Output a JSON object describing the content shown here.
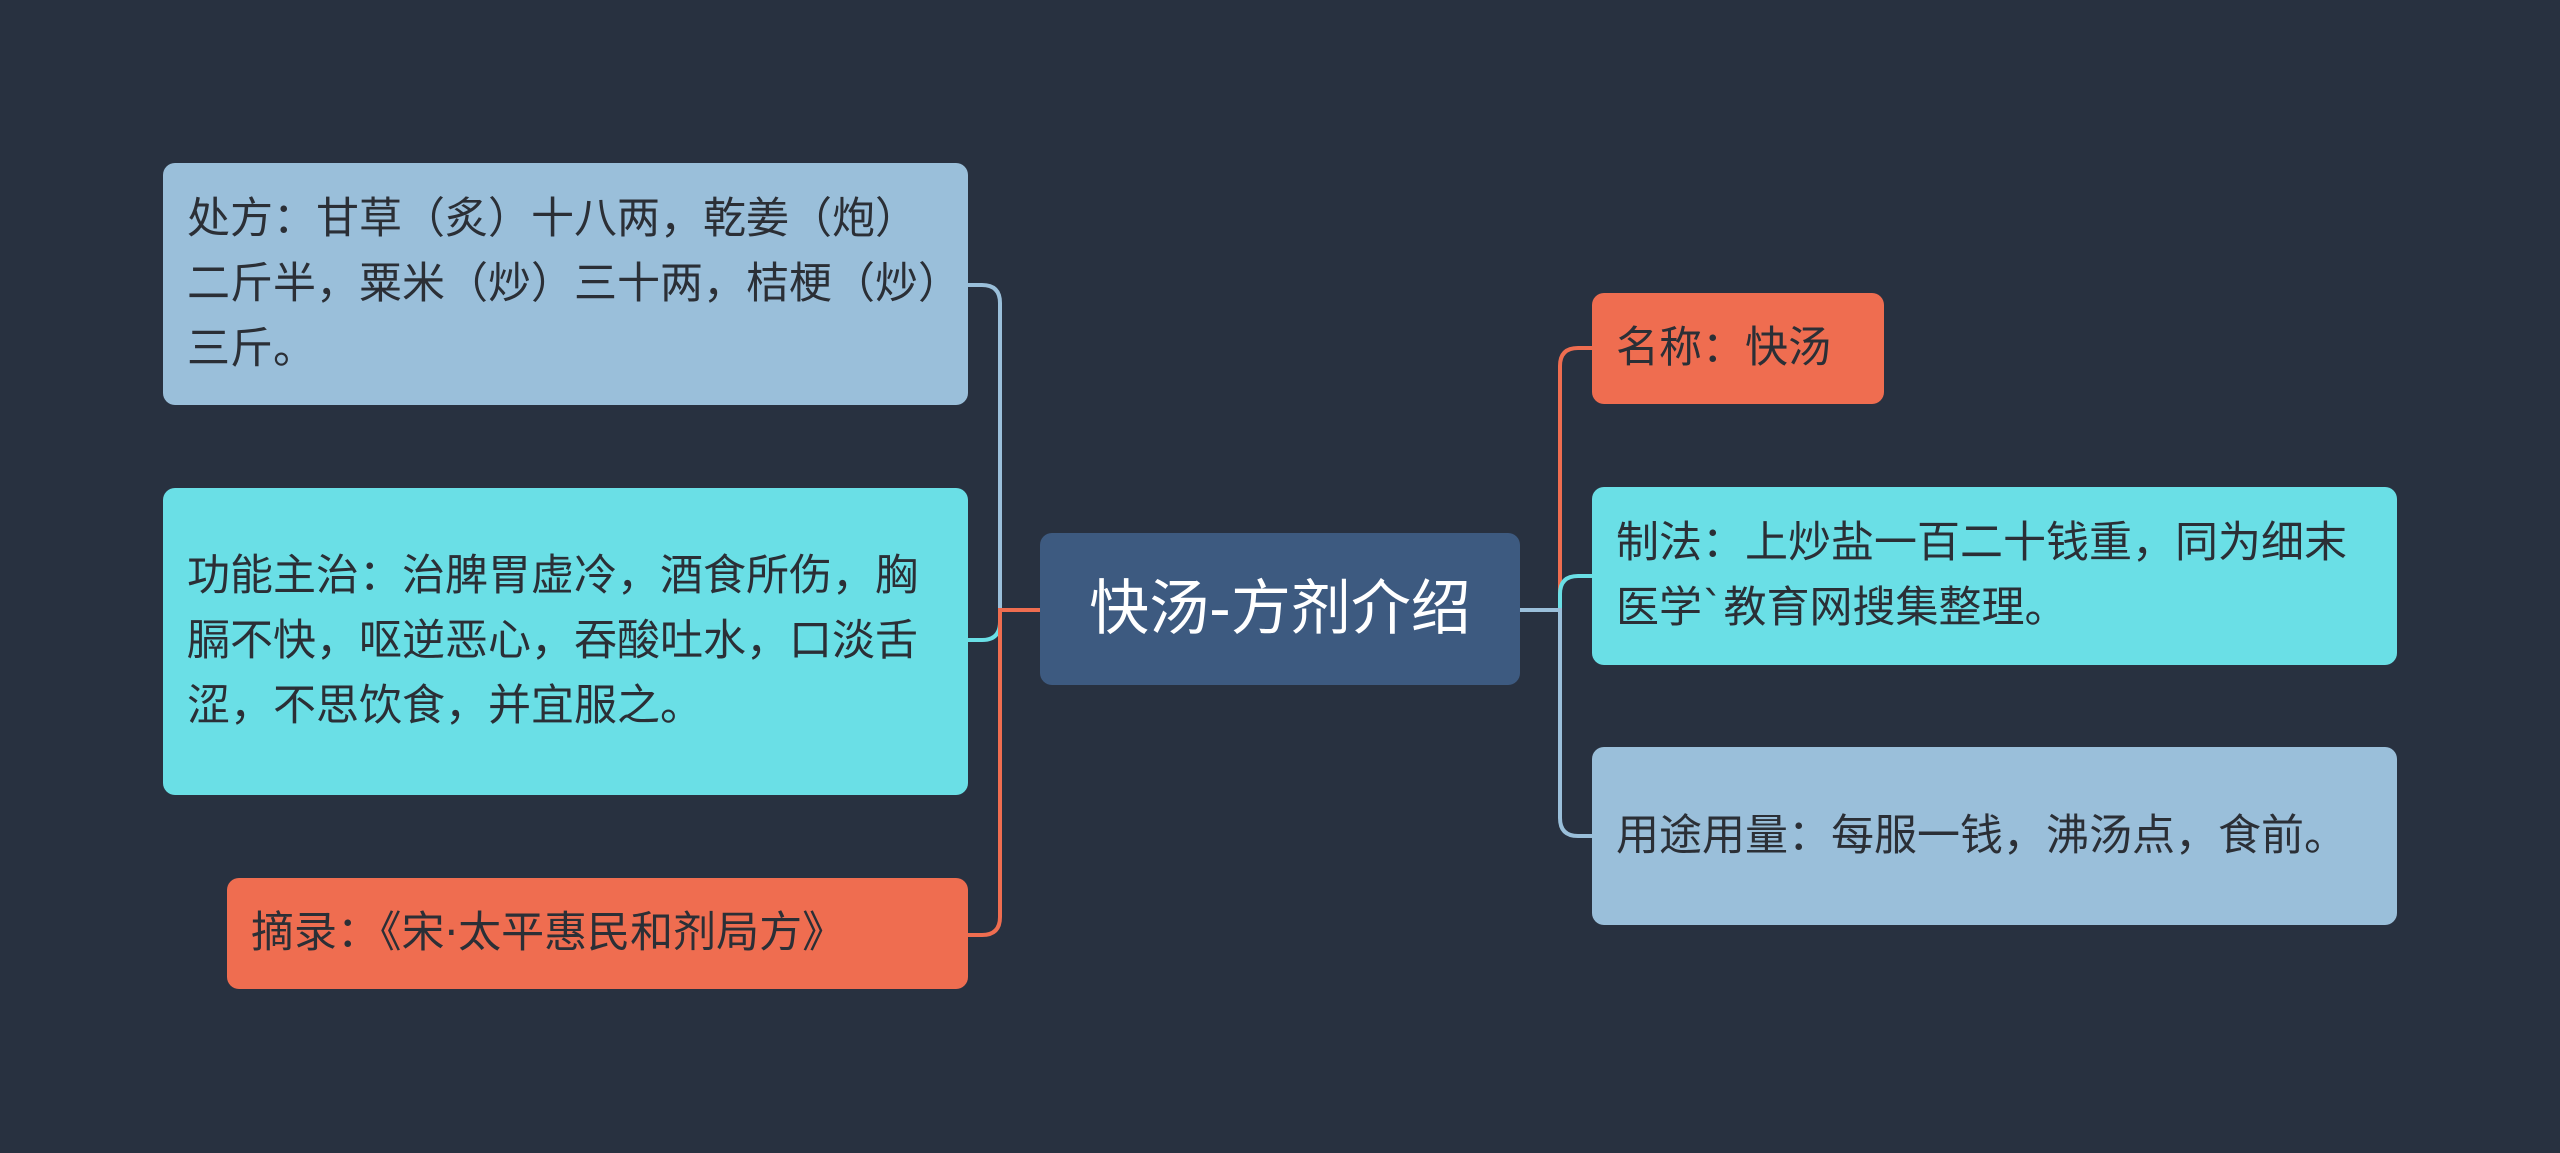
{
  "center": {
    "label": "快汤-方剂介绍"
  },
  "left": {
    "prescription": "处方：甘草（炙）十八两，乾姜（炮）二斤半，粟米（炒）三十两，桔梗（炒）三斤。",
    "indications": "功能主治：治脾胃虚冷，酒食所伤，胸膈不快，呕逆恶心，吞酸吐水，口淡舌涩，不思饮食，并宜服之。",
    "excerpt": "摘录：《宋·太平惠民和剂局方》"
  },
  "right": {
    "name": "名称：快汤",
    "preparation": "制法：上炒盐一百二十钱重，同为细末医学`教育网搜集整理。",
    "usage": "用途用量：每服一钱，沸汤点，食前。"
  },
  "colors": {
    "background": "#283140",
    "center": "#3d5a80",
    "blue": "#9abfda",
    "cyan": "#6adfe6",
    "orange": "#ef6d50"
  }
}
